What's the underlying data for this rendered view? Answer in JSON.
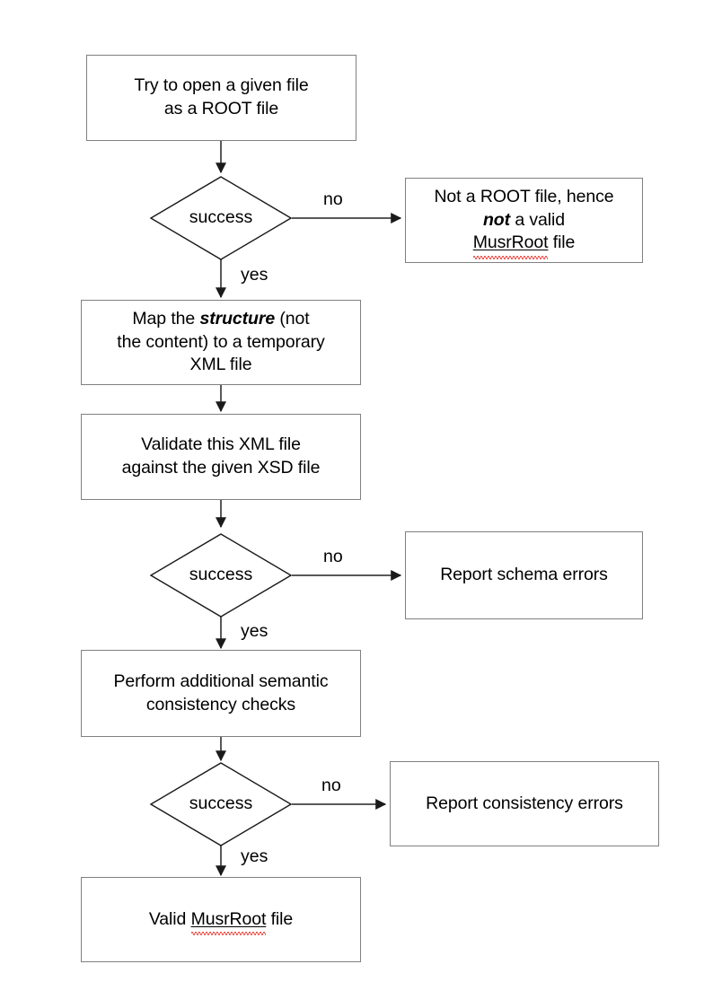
{
  "diagram": {
    "title": "MusrRoot file validation flowchart",
    "colors": {
      "box_border": "#808080",
      "diamond_border": "#000000",
      "connector": "#595959",
      "text": "#000000",
      "spellcheck_underline": "#e8312a",
      "background": "#ffffff"
    },
    "nodes": [
      {
        "id": "open-file",
        "type": "process",
        "text_lines": [
          "Try to open a given file",
          "as a ROOT file"
        ],
        "text": "Try to open a given file as a ROOT file"
      },
      {
        "id": "decision-open",
        "type": "decision",
        "text": "success"
      },
      {
        "id": "not-root",
        "type": "process",
        "text_lines": [
          "Not a ROOT file, hence",
          "not a valid",
          "MusrRoot file"
        ],
        "text": "Not a ROOT file, hence not a valid MusrRoot file",
        "emphasis": "not",
        "spellcheck_word": "MusrRoot"
      },
      {
        "id": "map-structure",
        "type": "process",
        "text_lines": [
          "Map the structure (not",
          "the content) to a temporary",
          "XML file"
        ],
        "text": "Map the structure (not the content) to a temporary XML file",
        "emphasis": "structure"
      },
      {
        "id": "validate-xml",
        "type": "process",
        "text_lines": [
          "Validate this XML file",
          "against the given XSD file"
        ],
        "text": "Validate this XML file against the given XSD file"
      },
      {
        "id": "decision-schema",
        "type": "decision",
        "text": "success"
      },
      {
        "id": "report-schema-errors",
        "type": "process",
        "text_lines": [
          "Report schema errors"
        ],
        "text": "Report schema errors"
      },
      {
        "id": "semantic-checks",
        "type": "process",
        "text_lines": [
          "Perform additional semantic",
          "consistency checks"
        ],
        "text": "Perform additional semantic consistency checks"
      },
      {
        "id": "decision-consistency",
        "type": "decision",
        "text": "success"
      },
      {
        "id": "report-consistency-errors",
        "type": "process",
        "text_lines": [
          "Report consistency errors"
        ],
        "text": "Report consistency errors"
      },
      {
        "id": "valid-musrroot",
        "type": "process",
        "text_lines": [
          "Valid MusrRoot file"
        ],
        "text": "Valid MusrRoot file",
        "spellcheck_word": "MusrRoot"
      }
    ],
    "edge_labels": {
      "no_1": "no",
      "yes_1": "yes",
      "no_2": "no",
      "yes_2": "yes",
      "no_3": "no",
      "yes_3": "yes"
    },
    "node_text": {
      "open_file_l1": "Try to open a given file",
      "open_file_l2": "as a ROOT file",
      "decision_open": "success",
      "not_root_l1": "Not a ROOT file, hence",
      "not_root_l2_em": "not",
      "not_root_l2_rest": " a valid",
      "not_root_l3_spell": "MusrRoot",
      "not_root_l3_rest": " file",
      "map_l1_a": "Map the ",
      "map_l1_em": "structure",
      "map_l1_b": " (not",
      "map_l2": "the content) to a temporary",
      "map_l3": "XML file",
      "validate_l1": "Validate this XML file",
      "validate_l2": "against the given XSD file",
      "decision_schema": "success",
      "report_schema": "Report schema errors",
      "semantic_l1": "Perform additional semantic",
      "semantic_l2": "consistency checks",
      "decision_consistency": "success",
      "report_consistency": "Report consistency errors",
      "valid_l1_a": "Valid ",
      "valid_l1_spell": "MusrRoot",
      "valid_l1_b": " file"
    }
  }
}
